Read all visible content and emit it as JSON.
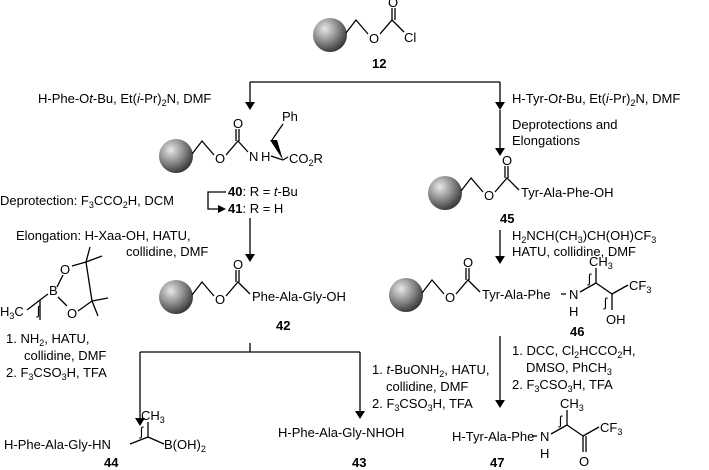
{
  "colors": {
    "ink": "#000000",
    "bead_light": "#e8e8e8",
    "bead_dark": "#3a3a3a",
    "background": "#ffffff"
  },
  "compounds": {
    "c12": {
      "label": "12",
      "group": "Cl"
    },
    "c40_41": {
      "substituent": "Ph",
      "ester": "CO",
      "ester_sub": "2",
      "ester_r": "R",
      "n40": "40",
      "r40_a": ": R = ",
      "r40_b": "t",
      "r40_c": "-Bu",
      "n41": "41",
      "r41": ": R = H"
    },
    "c42": {
      "label": "42",
      "peptide": "Phe-Ala-Gly-OH"
    },
    "c45": {
      "label": "45",
      "peptide": "Tyr-Ala-Phe-OH"
    },
    "c46": {
      "label": "46",
      "peptide": "Tyr-Ala-Phe",
      "n": "N",
      "h": "H",
      "me": "CH",
      "me_sub": "3",
      "cf3": "CF",
      "cf3_sub": "3",
      "oh": "OH"
    },
    "c44": {
      "label": "44",
      "prefix": "H-Phe-Ala-Gly-HN",
      "boron": "B(OH)",
      "boron_sub": "2",
      "me": "CH",
      "me_sub": "3"
    },
    "c43": {
      "label": "43",
      "text": "H-Phe-Ala-Gly-NHOH"
    },
    "c47": {
      "label": "47",
      "prefix": "H-Tyr-Ala-Phe",
      "n": "N",
      "h": "H",
      "me": "CH",
      "me_sub": "3",
      "cf3": "CF",
      "cf3_sub": "3",
      "o": "O"
    },
    "reagent_boronate": {
      "h3c": "H",
      "h3c_sub": "3",
      "h3c_c": "C",
      "b": "B",
      "o1": "O",
      "o2": "O"
    }
  },
  "conditions": {
    "left_top": {
      "a": "H-Phe-O",
      "b": "t",
      "c": "-Bu, Et(",
      "d": "i",
      "e": "-Pr)",
      "f": "2",
      "g": "N, DMF"
    },
    "right_top": {
      "a": "H-Tyr-O",
      "b": "t",
      "c": "-Bu, Et(",
      "d": "i",
      "e": "-Pr)",
      "f": "2",
      "g": "N, DMF"
    },
    "right_deprot_1": "Deprotections and",
    "right_deprot_2": "Elongations",
    "deprotection": {
      "a": "Deprotection: F",
      "b": "3",
      "c": "CCO",
      "d": "2",
      "e": "H, DCM"
    },
    "elongation_1": "Elongation: H-Xaa-OH, HATU,",
    "elongation_2": "collidine, DMF",
    "amine_1": {
      "a": "H",
      "b": "2",
      "c": "NCH(CH",
      "d": "3",
      "e": ")CH(OH)CF",
      "f": "3"
    },
    "amine_2": "HATU, collidine, DMF",
    "boron_1": {
      "a": "1.  NH",
      "b": "2",
      "c": ", HATU,"
    },
    "boron_2": "collidine, DMF",
    "boron_3": {
      "a": "2. F",
      "b": "3",
      "c": "CSO",
      "d": "3",
      "e": "H, TFA"
    },
    "hydrox_1": {
      "a": "1. ",
      "b": "t",
      "c": "-BuONH",
      "d": "2",
      "e": ", HATU,"
    },
    "hydrox_2": "collidine, DMF",
    "hydrox_3": {
      "a": "2. F",
      "b": "3",
      "c": "CSO",
      "d": "3",
      "e": "H, TFA"
    },
    "oxid_1": {
      "a": "1. DCC, Cl",
      "b": "2",
      "c": "HCCO",
      "d": "2",
      "e": "H,"
    },
    "oxid_2": {
      "a": "DMSO, PhCH",
      "b": "3"
    },
    "oxid_3": {
      "a": "2. F",
      "b": "3",
      "c": "CSO",
      "d": "3",
      "e": "H, TFA"
    }
  }
}
